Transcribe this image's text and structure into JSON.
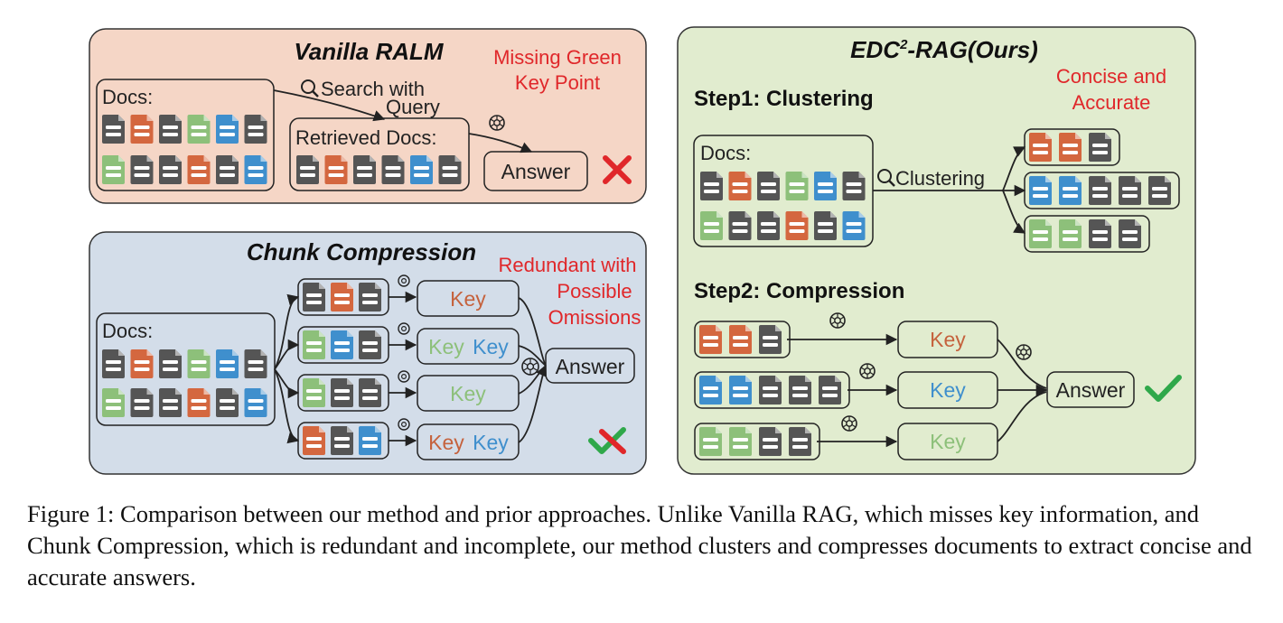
{
  "colors": {
    "orange": "#d4673f",
    "green": "#8dc07a",
    "blue": "#3f8fcd",
    "gray": "#555555",
    "red": "#e0272a",
    "check_green": "#2fa84a",
    "vanilla_bg": "#f5d6c6",
    "chunk_bg": "#d3dde9",
    "edc_bg": "#e1eccf"
  },
  "icons": [
    "document-icon",
    "magnifier-icon",
    "openai-icon",
    "cross-icon",
    "check-icon",
    "check-cross-icon"
  ],
  "vanilla": {
    "title": "Vanilla RALM",
    "note_line1": "Missing Green",
    "note_line2": "Key Point",
    "docs_label": "Docs:",
    "search_line1": "Search with",
    "search_line2": "Query",
    "retrieved_label": "Retrieved Docs:",
    "answer": "Answer",
    "docs_row1": [
      "gray",
      "orange",
      "gray",
      "green",
      "blue",
      "gray"
    ],
    "docs_row2": [
      "green",
      "gray",
      "gray",
      "orange",
      "gray",
      "blue"
    ],
    "retrieved": [
      "gray",
      "orange",
      "gray",
      "gray",
      "blue",
      "gray"
    ]
  },
  "chunk": {
    "title": "Chunk Compression",
    "note_line1": "Redundant with",
    "note_line2": "Possible",
    "note_line3": "Omissions",
    "docs_label": "Docs:",
    "answer": "Answer",
    "key": "Key",
    "docs_row1": [
      "gray",
      "orange",
      "gray",
      "green",
      "blue",
      "gray"
    ],
    "docs_row2": [
      "green",
      "gray",
      "gray",
      "orange",
      "gray",
      "blue"
    ],
    "chunks": [
      [
        "gray",
        "orange",
        "gray"
      ],
      [
        "green",
        "blue",
        "gray"
      ],
      [
        "green",
        "gray",
        "gray"
      ],
      [
        "orange",
        "gray",
        "blue"
      ]
    ]
  },
  "edc": {
    "title_prefix": "EDC",
    "title_sup": "2",
    "title_suffix": "-RAG(Ours)",
    "step1": "Step1: Clustering",
    "step2": "Step2: Compression",
    "note_line1": "Concise and",
    "note_line2": "Accurate",
    "docs_label": "Docs:",
    "clustering": "Clustering",
    "answer": "Answer",
    "key": "Key",
    "docs_row1": [
      "gray",
      "orange",
      "gray",
      "green",
      "blue",
      "gray"
    ],
    "docs_row2": [
      "green",
      "gray",
      "gray",
      "orange",
      "gray",
      "blue"
    ],
    "clusters": [
      [
        "orange",
        "orange",
        "gray"
      ],
      [
        "blue",
        "blue",
        "gray",
        "gray",
        "gray"
      ],
      [
        "green",
        "green",
        "gray",
        "gray"
      ]
    ]
  },
  "caption": "Figure 1: Comparison between our method and prior approaches. Unlike Vanilla RAG, which misses key information, and Chunk Compression, which is redundant and incomplete, our method clusters and compresses documents to extract concise and accurate answers."
}
